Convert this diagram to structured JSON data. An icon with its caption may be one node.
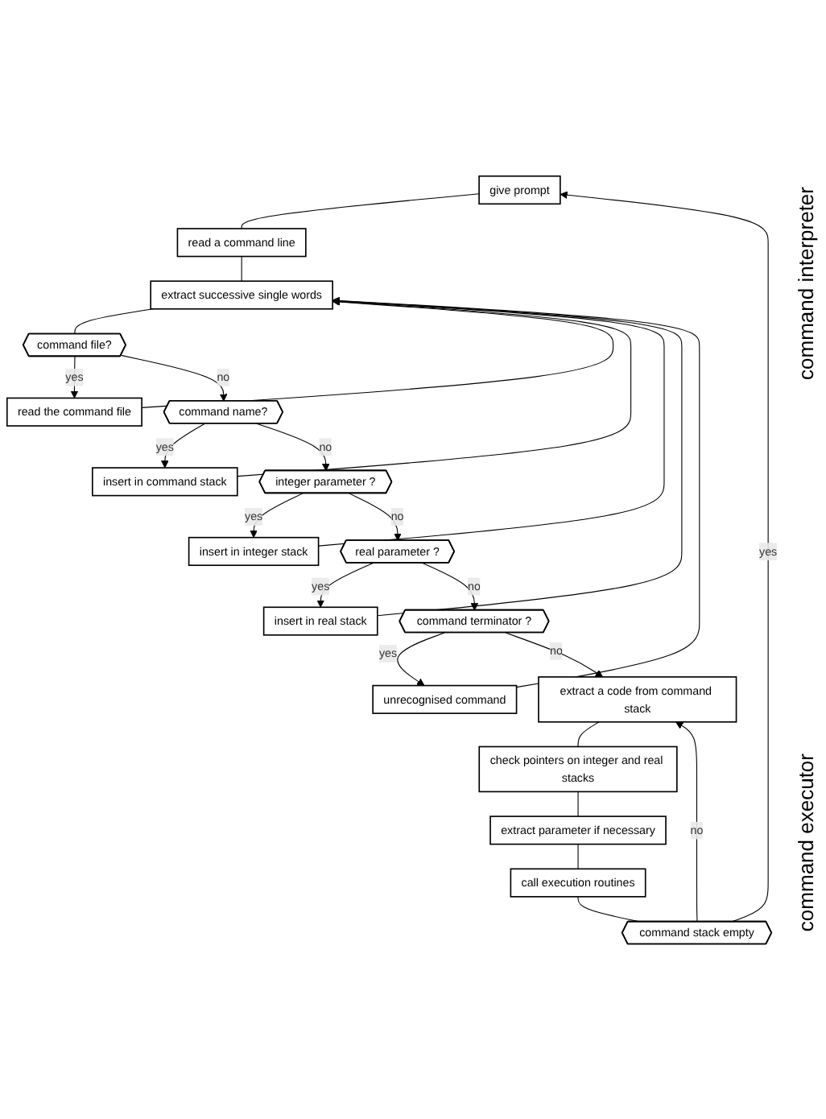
{
  "diagram": {
    "nodes": [
      {
        "text": [
          "give prompt"
        ]
      },
      {
        "text": [
          "read a command line"
        ]
      },
      {
        "text": [
          "extract successive single words"
        ]
      },
      {
        "text": [
          "command file?"
        ]
      },
      {
        "text": [
          "read the command file"
        ]
      },
      {
        "text": [
          "command name?"
        ]
      },
      {
        "text": [
          "insert in command stack"
        ]
      },
      {
        "text": [
          "integer parameter ?"
        ]
      },
      {
        "text": [
          "insert in integer stack"
        ]
      },
      {
        "text": [
          "real parameter ?"
        ]
      },
      {
        "text": [
          "insert in real stack"
        ]
      },
      {
        "text": [
          "command terminator ?"
        ]
      },
      {
        "text": [
          "unrecognised command"
        ]
      },
      {
        "text": [
          "extract a code from command stack"
        ]
      },
      {
        "text": [
          "check pointers on integer and real stacks"
        ]
      },
      {
        "text": [
          "extract parameter if necessary"
        ]
      },
      {
        "text": [
          "call execution routines"
        ]
      },
      {
        "text": [
          "command stack empty"
        ]
      }
    ],
    "edges": [
      {
        "from": 0,
        "to": 1,
        "arrow": "none"
      },
      {
        "from": 1,
        "to": 2,
        "arrow": "none"
      },
      {
        "from": 2,
        "to": 3,
        "arrow": "none"
      },
      {
        "from": 3,
        "to": 4,
        "label": "yes",
        "arrow": "to"
      },
      {
        "from": 4,
        "to": 2,
        "arrow": "to"
      },
      {
        "from": 3,
        "to": 5,
        "label": "no",
        "arrow": "to"
      },
      {
        "from": 5,
        "to": 6,
        "label": "yes",
        "arrow": "to"
      },
      {
        "from": 6,
        "to": 2,
        "arrow": "to"
      },
      {
        "from": 5,
        "to": 7,
        "label": "no",
        "arrow": "to"
      },
      {
        "from": 7,
        "to": 8,
        "label": "yes",
        "arrow": "to"
      },
      {
        "from": 8,
        "to": 2,
        "arrow": "to"
      },
      {
        "from": 7,
        "to": 9,
        "label": "no",
        "arrow": "to"
      },
      {
        "from": 9,
        "to": 10,
        "label": "yes",
        "arrow": "to"
      },
      {
        "from": 10,
        "to": 2,
        "arrow": "to"
      },
      {
        "from": 9,
        "to": 11,
        "label": "no",
        "arrow": "to"
      },
      {
        "from": 11,
        "to": 12,
        "label": "yes",
        "arrow": "to"
      },
      {
        "from": 12,
        "to": 2,
        "arrow": "to"
      },
      {
        "from": 11,
        "to": 13,
        "label": "no",
        "arrow": "to"
      },
      {
        "from": 13,
        "to": 14,
        "arrow": "none"
      },
      {
        "from": 14,
        "to": 15,
        "arrow": "none"
      },
      {
        "from": 15,
        "to": 16,
        "arrow": "none"
      },
      {
        "from": 16,
        "to": 17,
        "arrow": "none"
      },
      {
        "from": 17,
        "to": 0,
        "label": "yes",
        "arrow": "to"
      },
      {
        "from": 17,
        "to": 13,
        "label": "no",
        "arrow": "to"
      }
    ],
    "labels": [
      "command interpreter",
      "command executor"
    ]
  }
}
